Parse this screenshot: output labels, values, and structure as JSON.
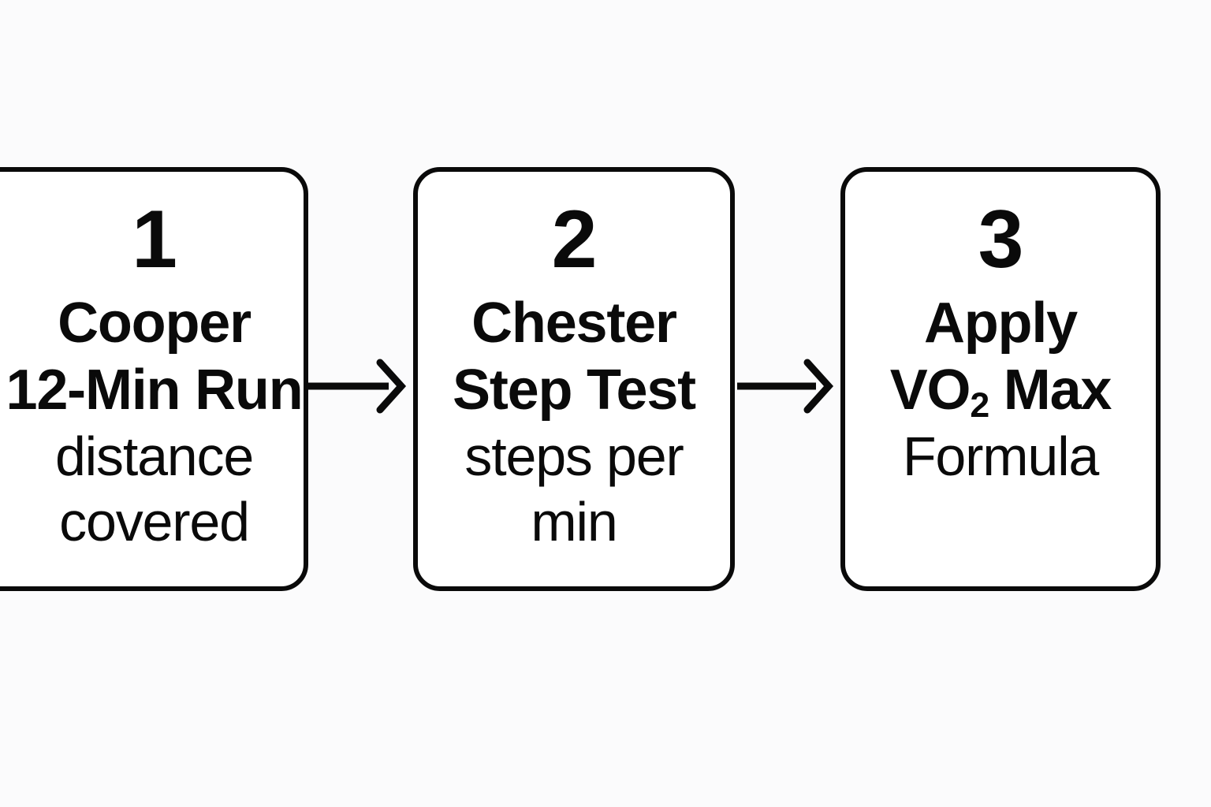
{
  "background_color": "#fbfbfc",
  "stroke_color": "#0a0a0a",
  "diagram": {
    "type": "horizontal-flow",
    "steps": [
      {
        "number": "1",
        "title_line_1": "Cooper",
        "title_line_2": "12-Min Run",
        "desc_line_1": "distance",
        "desc_line_2": "covered"
      },
      {
        "number": "2",
        "title_line_1": "Chester",
        "title_line_2": "Step Test",
        "desc_line_1": "steps per",
        "desc_line_2": "min"
      },
      {
        "number": "3",
        "title_line_1": "Apply",
        "title_line_2_pre": "VO",
        "title_line_2_sub": "2",
        "title_line_2_post": " Max",
        "desc_line_1": "Formula",
        "desc_line_2": ""
      }
    ],
    "connectors": [
      {
        "from": "1",
        "to": "2",
        "icon": "arrow-right-icon"
      },
      {
        "from": "2",
        "to": "3",
        "icon": "arrow-right-icon"
      }
    ]
  }
}
